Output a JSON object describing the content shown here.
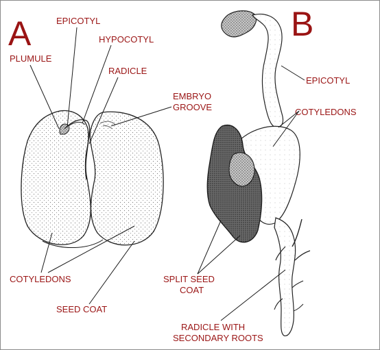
{
  "panels": {
    "a": "A",
    "b": "B"
  },
  "labels_a": {
    "epicotyl": "EPICOTYL",
    "hypocotyl": "HYPOCOTYL",
    "plumule": "PLUMULE",
    "radicle": "RADICLE",
    "embryo_groove_1": "EMBRYO",
    "embryo_groove_2": "GROOVE",
    "cotyledons": "COTYLEDONS",
    "seed_coat": "SEED COAT"
  },
  "labels_b": {
    "epicotyl": "EPICOTYL",
    "cotyledons": "COTYLEDONS",
    "split_seed_coat_1": "SPLIT SEED",
    "split_seed_coat_2": "COAT",
    "radicle_1": "RADICLE WITH",
    "radicle_2": "SECONDARY ROOTS"
  },
  "colors": {
    "label": "#9a1414",
    "line": "#1a1a1a"
  }
}
